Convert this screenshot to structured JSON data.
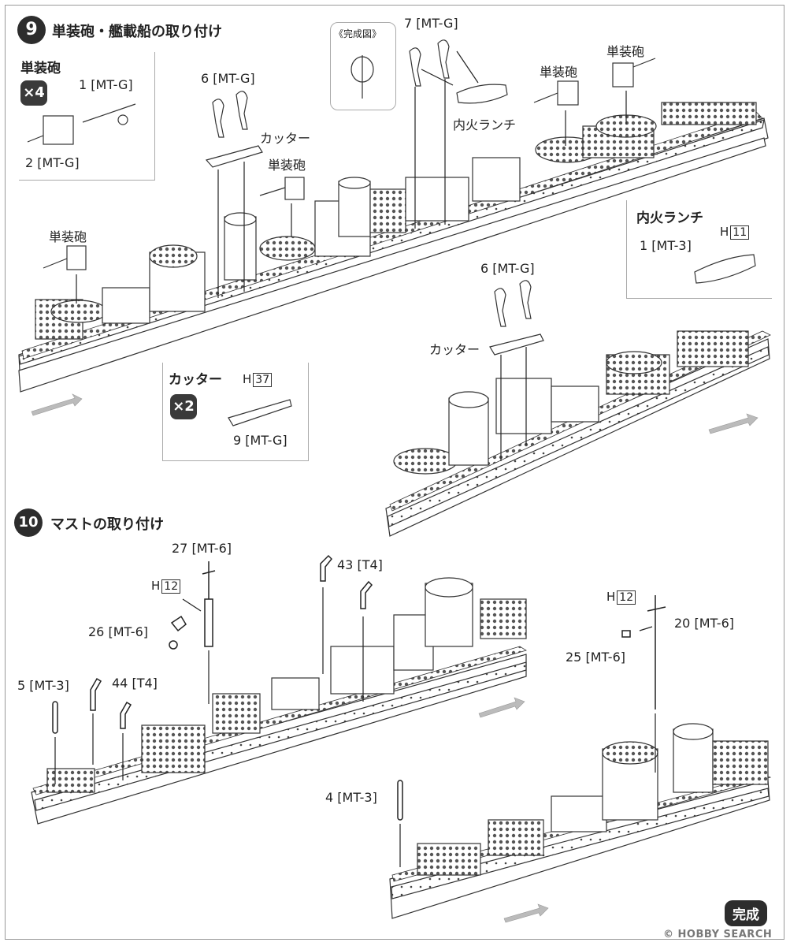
{
  "step9": {
    "number": "9",
    "title": "単装砲・艦載船の取り付け"
  },
  "step10": {
    "number": "10",
    "title": "マストの取り付け"
  },
  "inset_gun": {
    "title": "単装砲",
    "qty": "×4",
    "part_a": "1 [MT-G]",
    "part_b": "2 [MT-G]"
  },
  "inset_complete": {
    "title": "《完成図》"
  },
  "inset_launch": {
    "title": "内火ランチ",
    "h_prefix": "H",
    "h_num": "11",
    "part": "1 [MT-3]"
  },
  "inset_cutter": {
    "title": "カッター",
    "qty": "×2",
    "h_prefix": "H",
    "h_num": "37",
    "part": "9 [MT-G]"
  },
  "step9_labels": {
    "part_7": "7 [MT-G]",
    "gun_right_top": "単装砲",
    "gun_right_mid": "単装砲",
    "launch": "内火ランチ",
    "part_6_top": "6 [MT-G]",
    "cutter_top": "カッター",
    "gun_center": "単装砲",
    "gun_left": "単装砲",
    "part_6_right": "6 [MT-G]",
    "cutter_right": "カッター"
  },
  "step10_labels": {
    "part_27": "27 [MT-6]",
    "h12_left_prefix": "H",
    "h12_left_num": "12",
    "part_26": "26 [MT-6]",
    "part_43": "43 [T4]",
    "part_5": "5 [MT-3]",
    "part_44": "44 [T4]",
    "h12_right_prefix": "H",
    "h12_right_num": "12",
    "part_20": "20 [MT-6]",
    "part_25": "25 [MT-6]",
    "part_4": "4 [MT-3]"
  },
  "footer": {
    "complete": "完成",
    "watermark": "© HOBBY SEARCH"
  }
}
